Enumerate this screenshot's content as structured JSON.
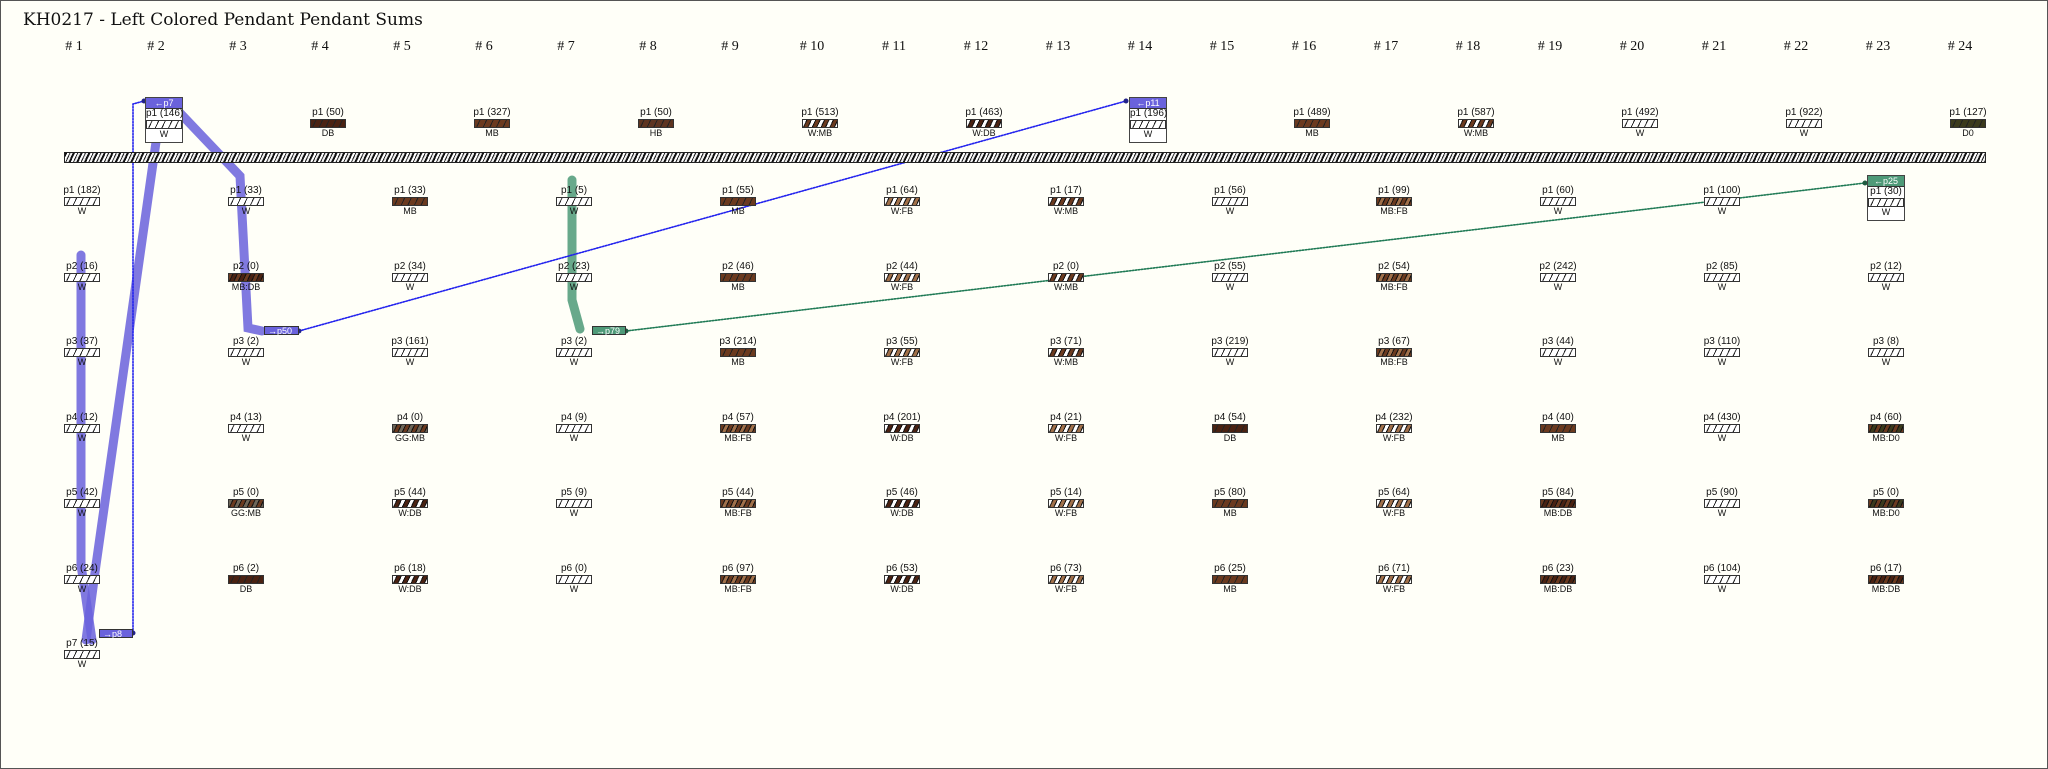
{
  "title": "KH0217 - Left Colored Pendant Pendant Sums",
  "colors": {
    "W": "#ffffff",
    "MB": "#6b3a1f",
    "DB": "#4a2212",
    "HB": "#5e3420",
    "D0": "#3b3a1c",
    "FB": "#a0704a",
    "GG": "#6e6658",
    "link_blue": "#6a62dc",
    "link_green": "#4e9a78"
  },
  "headers": [
    "# 1",
    "# 2",
    "# 3",
    "# 4",
    "# 5",
    "# 6",
    "# 7",
    "# 8",
    "# 9",
    "# 10",
    "# 11",
    "# 12",
    "# 13",
    "# 14",
    "# 15",
    "# 16",
    "# 17",
    "# 18",
    "# 19",
    "# 20",
    "# 21",
    "# 22",
    "# 23",
    "# 24"
  ],
  "top_cords": [
    {
      "col": 2,
      "label": "p1 (146)",
      "color": "W",
      "tag": "←p7"
    },
    {
      "col": 4,
      "label": "p1 (50)",
      "color": "DB"
    },
    {
      "col": 6,
      "label": "p1 (327)",
      "color": "MB"
    },
    {
      "col": 8,
      "label": "p1 (50)",
      "color": "HB"
    },
    {
      "col": 10,
      "label": "p1 (513)",
      "color": "W:MB"
    },
    {
      "col": 12,
      "label": "p1 (463)",
      "color": "W:DB"
    },
    {
      "col": 14,
      "label": "p1 (196)",
      "color": "W",
      "tag": "←p11"
    },
    {
      "col": 16,
      "label": "p1 (489)",
      "color": "MB"
    },
    {
      "col": 18,
      "label": "p1 (587)",
      "color": "W:MB"
    },
    {
      "col": 20,
      "label": "p1 (492)",
      "color": "W"
    },
    {
      "col": 22,
      "label": "p1 (922)",
      "color": "W"
    },
    {
      "col": 24,
      "label": "p1 (127)",
      "color": "D0"
    }
  ],
  "pendant_columns": [
    {
      "col": 1,
      "cords": [
        [
          "p1 (182)",
          "W"
        ],
        [
          "p2 (16)",
          "W"
        ],
        [
          "p3 (37)",
          "W"
        ],
        [
          "p4 (12)",
          "W"
        ],
        [
          "p5 (42)",
          "W"
        ],
        [
          "p6 (24)",
          "W"
        ],
        [
          "p7 (15)",
          "W"
        ]
      ]
    },
    {
      "col": 3,
      "cords": [
        [
          "p1 (33)",
          "W"
        ],
        [
          "p2 (0)",
          "MB:DB"
        ],
        [
          "p3 (2)",
          "W"
        ],
        [
          "p4 (13)",
          "W"
        ],
        [
          "p5 (0)",
          "GG:MB"
        ],
        [
          "p6 (2)",
          "DB"
        ]
      ]
    },
    {
      "col": 5,
      "cords": [
        [
          "p1 (33)",
          "MB"
        ],
        [
          "p2 (34)",
          "W"
        ],
        [
          "p3 (161)",
          "W"
        ],
        [
          "p4 (0)",
          "GG:MB"
        ],
        [
          "p5 (44)",
          "W:DB"
        ],
        [
          "p6 (18)",
          "W:DB"
        ]
      ]
    },
    {
      "col": 7,
      "cords": [
        [
          "p1 (5)",
          "W"
        ],
        [
          "p2 (23)",
          "W"
        ],
        [
          "p3 (2)",
          "W"
        ],
        [
          "p4 (9)",
          "W"
        ],
        [
          "p5 (9)",
          "W"
        ],
        [
          "p6 (0)",
          "W"
        ]
      ]
    },
    {
      "col": 9,
      "cords": [
        [
          "p1 (55)",
          "MB"
        ],
        [
          "p2 (46)",
          "MB"
        ],
        [
          "p3 (214)",
          "MB"
        ],
        [
          "p4 (57)",
          "MB:FB"
        ],
        [
          "p5 (44)",
          "MB:FB"
        ],
        [
          "p6 (97)",
          "MB:FB"
        ]
      ]
    },
    {
      "col": 11,
      "cords": [
        [
          "p1 (64)",
          "W:FB"
        ],
        [
          "p2 (44)",
          "W:FB"
        ],
        [
          "p3 (55)",
          "W:FB"
        ],
        [
          "p4 (201)",
          "W:DB"
        ],
        [
          "p5 (46)",
          "W:DB"
        ],
        [
          "p6 (53)",
          "W:DB"
        ]
      ]
    },
    {
      "col": 13,
      "cords": [
        [
          "p1 (17)",
          "W:MB"
        ],
        [
          "p2 (0)",
          "W:MB"
        ],
        [
          "p3 (71)",
          "W:MB"
        ],
        [
          "p4 (21)",
          "W:FB"
        ],
        [
          "p5 (14)",
          "W:FB"
        ],
        [
          "p6 (73)",
          "W:FB"
        ]
      ]
    },
    {
      "col": 15,
      "cords": [
        [
          "p1 (56)",
          "W"
        ],
        [
          "p2 (55)",
          "W"
        ],
        [
          "p3 (219)",
          "W"
        ],
        [
          "p4 (54)",
          "DB"
        ],
        [
          "p5 (80)",
          "MB"
        ],
        [
          "p6 (25)",
          "MB"
        ]
      ]
    },
    {
      "col": 17,
      "cords": [
        [
          "p1 (99)",
          "MB:FB"
        ],
        [
          "p2 (54)",
          "MB:FB"
        ],
        [
          "p3 (67)",
          "MB:FB"
        ],
        [
          "p4 (232)",
          "W:FB"
        ],
        [
          "p5 (64)",
          "W:FB"
        ],
        [
          "p6 (71)",
          "W:FB"
        ]
      ]
    },
    {
      "col": 19,
      "cords": [
        [
          "p1 (60)",
          "W"
        ],
        [
          "p2 (242)",
          "W"
        ],
        [
          "p3 (44)",
          "W"
        ],
        [
          "p4 (40)",
          "MB"
        ],
        [
          "p5 (84)",
          "MB:DB"
        ],
        [
          "p6 (23)",
          "MB:DB"
        ]
      ]
    },
    {
      "col": 21,
      "cords": [
        [
          "p1 (100)",
          "W"
        ],
        [
          "p2 (85)",
          "W"
        ],
        [
          "p3 (110)",
          "W"
        ],
        [
          "p4 (430)",
          "W"
        ],
        [
          "p5 (90)",
          "W"
        ],
        [
          "p6 (104)",
          "W"
        ]
      ]
    },
    {
      "col": 23,
      "boxed_first": true,
      "tag": "←p25",
      "cords": [
        [
          "p1 (30)",
          "W"
        ],
        [
          "p2 (12)",
          "W"
        ],
        [
          "p3 (8)",
          "W"
        ],
        [
          "p4 (60)",
          "MB:D0"
        ],
        [
          "p5 (0)",
          "MB:D0"
        ],
        [
          "p6 (17)",
          "MB:DB"
        ]
      ]
    }
  ],
  "pointer_tags": [
    {
      "label": "→p8",
      "link": "blue"
    },
    {
      "label": "→p50",
      "link": "blue"
    },
    {
      "label": "→p79",
      "link": "green"
    }
  ]
}
